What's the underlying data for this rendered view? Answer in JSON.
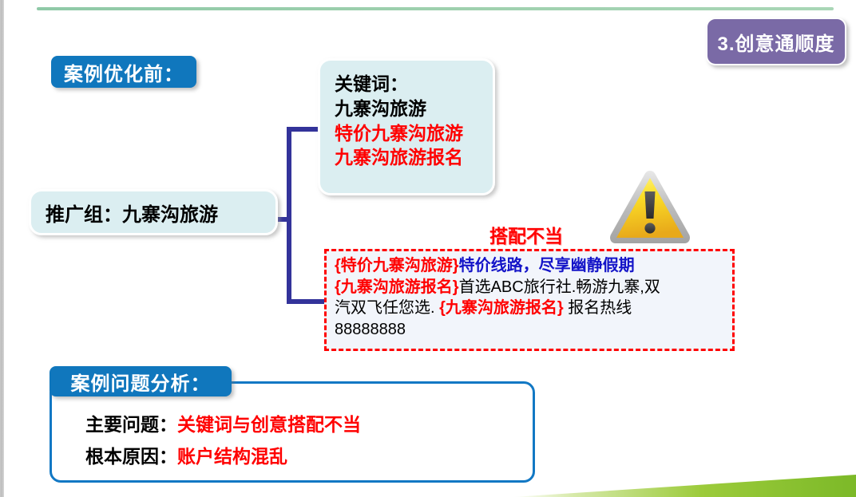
{
  "chrome": {
    "top_rule": "green-rule",
    "bottom_wedge": "green-wedge",
    "left_strip": "gray-strip",
    "colors": {
      "purple_badge": "#7a6aa6",
      "blue_badge": "#1077bd",
      "box_fill": "#dbeef1",
      "connector_blue": "#33339a",
      "alert_red": "#ff0000",
      "creative_blue": "#1414c8",
      "panel_border": "#1278c4",
      "green_rule": "#9ed0ae",
      "green_wedge": "#8ec63f",
      "warning_yellow": "#f7d51d"
    }
  },
  "header": {
    "topic_badge": "3.创意通顺度",
    "before_badge": "案例优化前："
  },
  "promotion": {
    "group_label": "推广组：九寨沟旅游"
  },
  "keywords": {
    "title": "关键词：",
    "items": [
      {
        "text": "九寨沟旅游",
        "color": "black"
      },
      {
        "text": "特价九寨沟旅游",
        "color": "red"
      },
      {
        "text": "九寨沟旅游报名",
        "color": "red"
      }
    ]
  },
  "warning": {
    "label": "搭配不当",
    "icon": "warning-triangle-icon"
  },
  "creative": {
    "line1": {
      "kw": "{特价九寨沟旅游}",
      "body": "特价线路，尽享幽静假期"
    },
    "line2": {
      "kw": "{九寨沟旅游报名}",
      "body": "首选ABC旅行社.畅游九寨,双"
    },
    "line3": {
      "pre": "汽双飞任您选. ",
      "kw": "{九寨沟旅游报名}",
      "post": " 报名热线"
    },
    "line4": {
      "text": "88888888"
    }
  },
  "analysis": {
    "badge": "案例问题分析：",
    "rows": [
      {
        "label": "主要问题：",
        "value": "关键词与创意搭配不当"
      },
      {
        "label": "根本原因：",
        "value": "账户结构混乱"
      }
    ]
  }
}
